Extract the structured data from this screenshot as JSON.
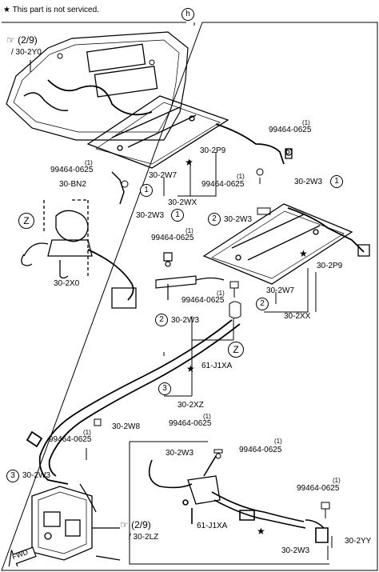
{
  "header": {
    "note_star": "★",
    "note_text": "This part is not serviced.",
    "section_letter": "h"
  },
  "refs": {
    "ref_top": {
      "page": "(2/9)",
      "code": "/ 30-2Y0"
    },
    "ref_bottom": {
      "page": "(2/9)",
      "code": "/ 30-2LZ"
    }
  },
  "callouts": {
    "c1": "1",
    "c2": "2",
    "c3": "3",
    "z": "Z",
    "fwd": "FWD",
    "star": "★"
  },
  "labels": {
    "p99464_0625": "99464-0625",
    "qty1": "(1)",
    "p30_2P9": "30-2P9",
    "p30_2W7": "30-2W7",
    "p30_2WX": "30-2WX",
    "p30_2W3": "30-2W3",
    "p30_BN2": "30-BN2",
    "p30_2X0": "30-2X0",
    "p30_2XX": "30-2XX",
    "p61_J1XA": "61-J1XA",
    "p30_2XZ": "30-2XZ",
    "p30_2W8": "30-2W8",
    "p30_2YY": "30-2YY"
  }
}
